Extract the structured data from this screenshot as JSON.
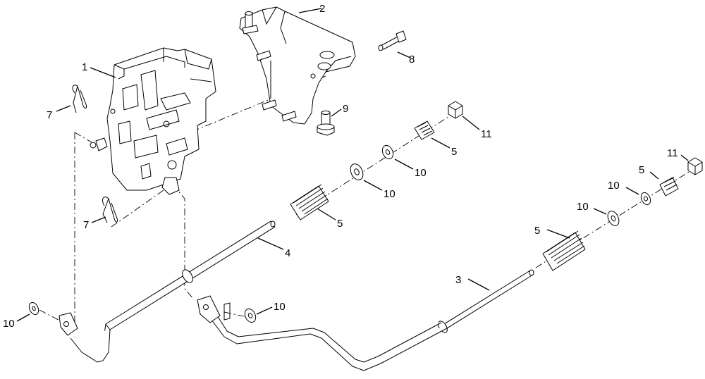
{
  "callouts": {
    "part_1": "1",
    "part_2": "2",
    "part_3": "3",
    "part_4": "4",
    "spring_upper": "5",
    "spring_middle": "5",
    "spring_right_small": "5",
    "spring_right_large": "5",
    "clip_upper": "7",
    "clip_lower": "7",
    "bolt": "8",
    "shoulder_bolt": "9",
    "washer_a": "10",
    "washer_b": "10",
    "washer_c": "10",
    "washer_d": "10",
    "washer_e": "10",
    "washer_f": "10",
    "nut_left": "11",
    "nut_right": "11"
  }
}
